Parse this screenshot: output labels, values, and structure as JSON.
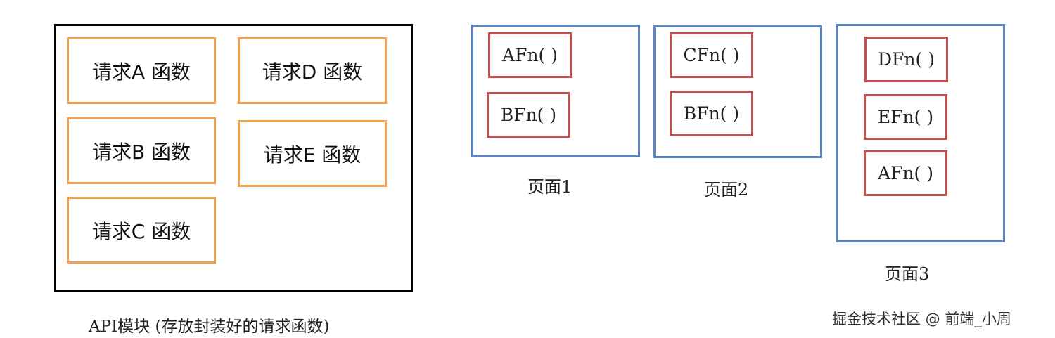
{
  "api_module": {
    "caption": "API模块 (存放封装好的请求函数)",
    "functions": [
      "请求A 函数",
      "请求D 函数",
      "请求B 函数",
      "请求E 函数",
      "请求C 函数"
    ]
  },
  "pages": [
    {
      "label": "页面1",
      "functions": [
        "AFn( )",
        "BFn( )"
      ]
    },
    {
      "label": "页面2",
      "functions": [
        "CFn( )",
        "BFn( )"
      ]
    },
    {
      "label": "页面3",
      "functions": [
        "DFn( )",
        "EFn( )",
        "AFn( )"
      ]
    }
  ],
  "watermark": "掘金技术社区 @ 前端_小周",
  "colors": {
    "api_border": "#000000",
    "request_box": "#f0a050",
    "page_border": "#5b84c4",
    "fn_box": "#c0504d"
  }
}
